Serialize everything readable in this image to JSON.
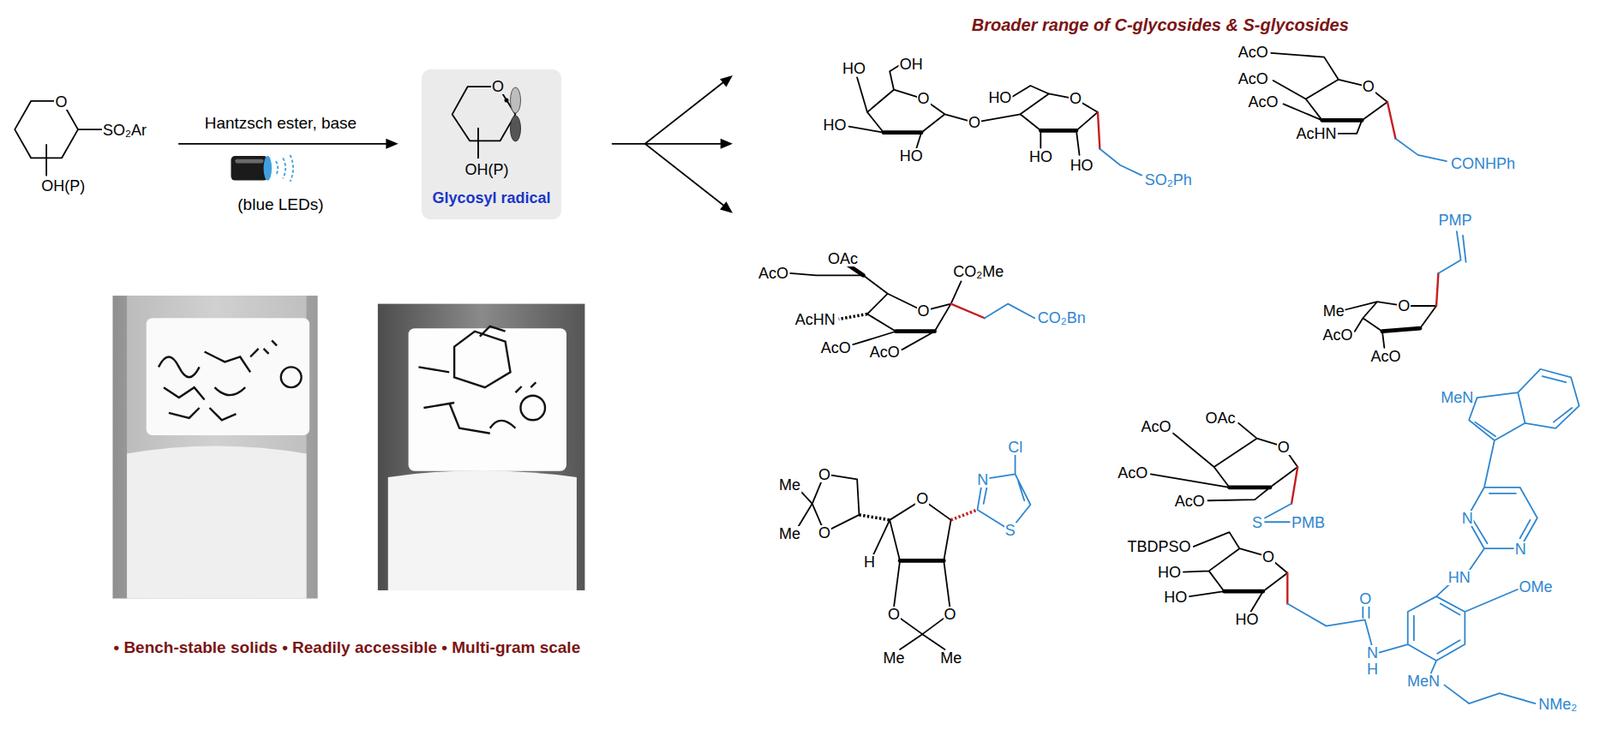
{
  "diagram": {
    "title": "Broader range of C-glycosides & S-glycosides",
    "nodes": [
      {
        "text": [
          "O",
          "OH(P)",
          "Glycosyl radical"
        ]
      }
    ],
    "labels": [
      "O",
      "SO₂Ar",
      "OH(P)",
      "Hantzsch ester, base",
      "(blue LEDs)",
      "HO",
      "OH",
      "O",
      "HO",
      "HO",
      "O",
      "HO",
      "O",
      "HO",
      "HO",
      "SO₂Ph",
      "AcO",
      "AcO",
      "AcO",
      "O",
      "AcHN",
      "CONHPh",
      "OAc",
      "AcO",
      "CO₂Me",
      "O",
      "AcHN",
      "AcO",
      "AcO",
      "CO₂Bn",
      "PMP",
      "Me",
      "O",
      "AcO",
      "AcO",
      "AcO",
      "OAc",
      "O",
      "AcO",
      "AcO",
      "S",
      "PMB",
      "Me",
      "Me",
      "O",
      "O",
      "O",
      "H",
      "Cl",
      "N",
      "S",
      "O",
      "O",
      "Me",
      "Me",
      "MeN",
      "N",
      "N",
      "HN",
      "OMe",
      "TBDPSO",
      "O",
      "HO",
      "HO",
      "HO",
      "O",
      "N",
      "H",
      "MeN",
      "NMe₂",
      "• Bench-stable solids • Readily accessible • Multi-gram scale"
    ]
  }
}
